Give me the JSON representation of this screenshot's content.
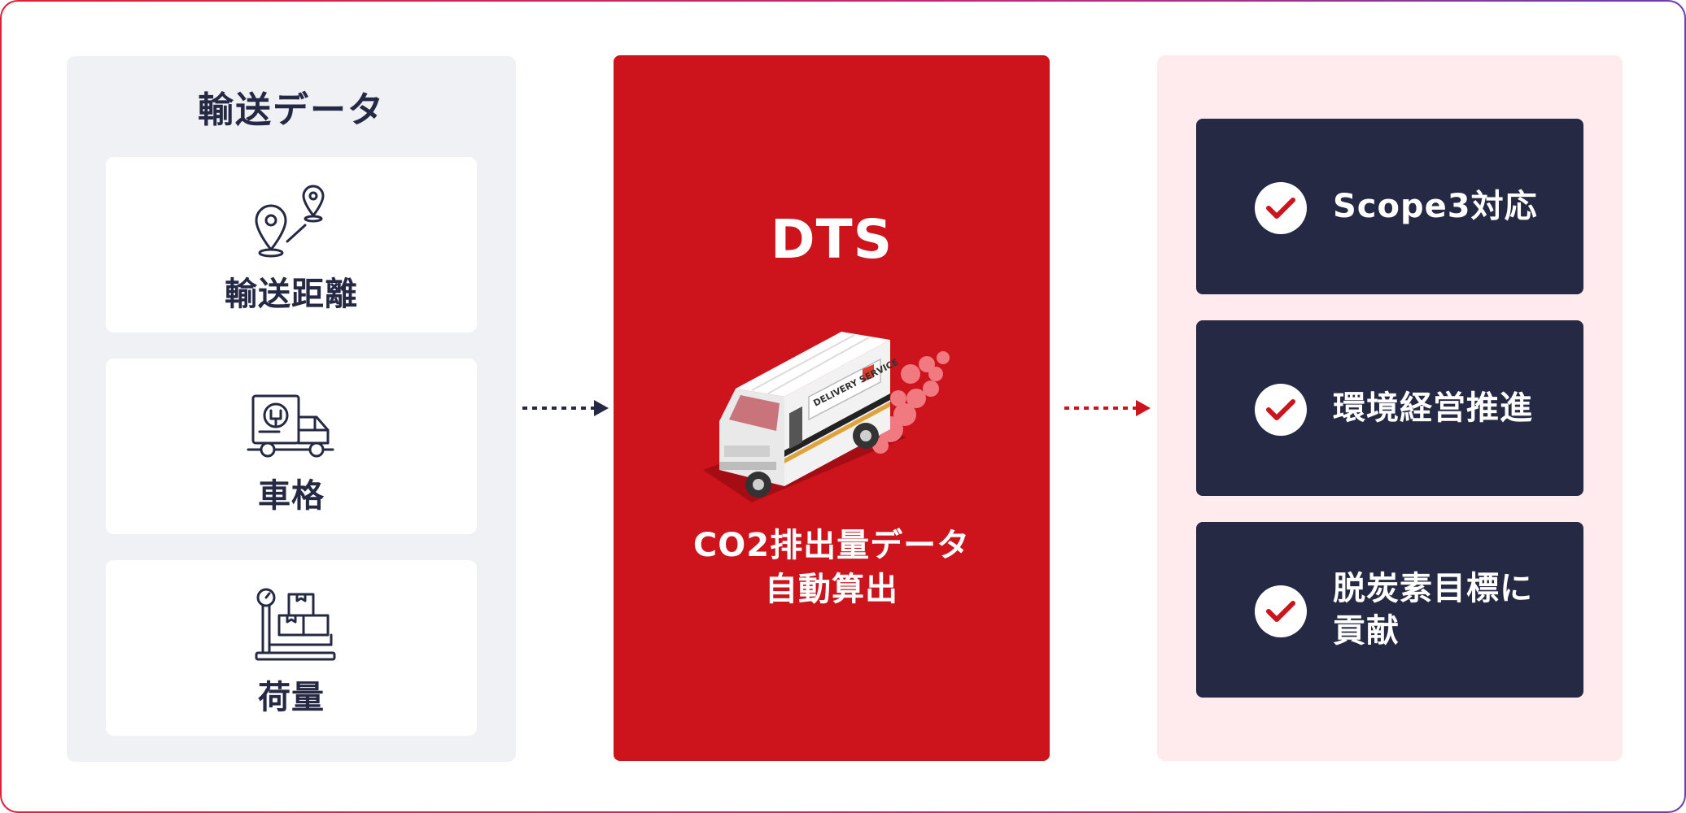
{
  "inputs": {
    "title": "輸送データ",
    "items": [
      {
        "label": "輸送距離",
        "icon": "location-route-icon"
      },
      {
        "label": "車格",
        "icon": "truck-icon"
      },
      {
        "label": "荷量",
        "icon": "scale-packages-icon"
      }
    ]
  },
  "center": {
    "title": "DTS",
    "illustration": "delivery-van-illustration",
    "van_text": "DELIVERY SERVICE",
    "desc_line1": "CO2排出量データ",
    "desc_line2": "自動算出"
  },
  "results": {
    "items": [
      {
        "label_line1": "Scope3対応",
        "label_line2": "",
        "icon": "check-icon"
      },
      {
        "label_line1": "環境経営推進",
        "label_line2": "",
        "icon": "check-icon"
      },
      {
        "label_line1": "脱炭素目標に",
        "label_line2": "貢献",
        "icon": "check-icon"
      }
    ]
  },
  "colors": {
    "navy": "#252944",
    "red": "#cd141c",
    "light_gray": "#eff1f5",
    "light_pink": "#ffebee"
  }
}
